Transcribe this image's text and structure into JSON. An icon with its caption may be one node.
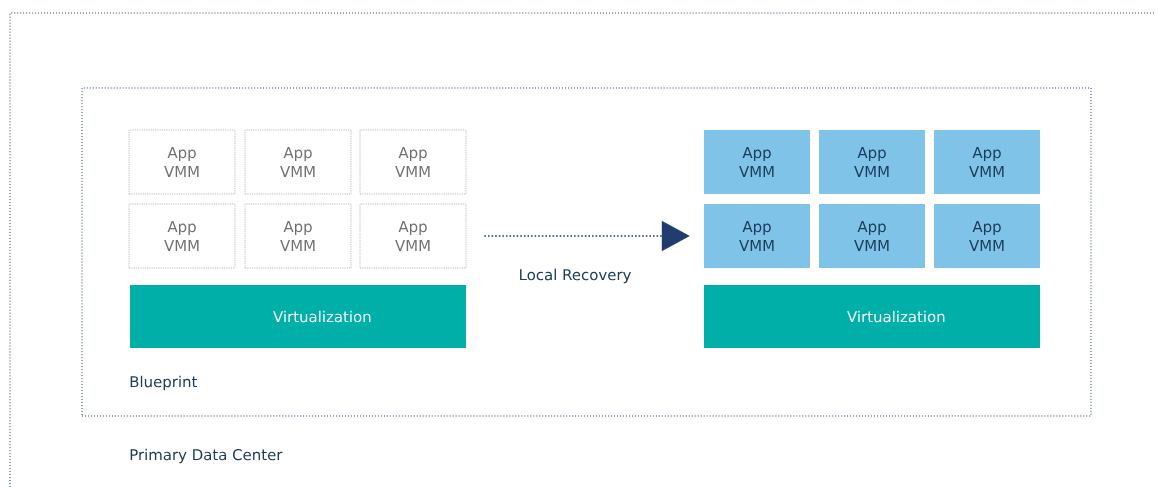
{
  "diagram": {
    "nodes": [
      {
        "text": [
          "Primary Data Center"
        ]
      },
      {
        "text": [
          "Blueprint"
        ],
        "in": 0
      },
      {
        "text": [
          "App VMM"
        ],
        "in": 1
      },
      {
        "text": [
          "App VMM"
        ],
        "in": 1
      },
      {
        "text": [
          "App VMM"
        ],
        "in": 1
      },
      {
        "text": [
          "App VMM"
        ],
        "in": 1
      },
      {
        "text": [
          "App VMM"
        ],
        "in": 1
      },
      {
        "text": [
          "App VMM"
        ],
        "in": 1
      },
      {
        "text": [
          "Virtualization"
        ],
        "in": 1
      },
      {
        "text": [
          "App VMM"
        ],
        "in": 1
      },
      {
        "text": [
          "App VMM"
        ],
        "in": 1
      },
      {
        "text": [
          "App VMM"
        ],
        "in": 1
      },
      {
        "text": [
          "App VMM"
        ],
        "in": 1
      },
      {
        "text": [
          "App VMM"
        ],
        "in": 1
      },
      {
        "text": [
          "App VMM"
        ],
        "in": 1
      },
      {
        "text": [
          "Virtualization"
        ],
        "in": 1
      }
    ],
    "edges": [
      {
        "from": 7,
        "to": 12,
        "arrow": "to",
        "label": "Local Recovery",
        "style": "dashed"
      }
    ]
  }
}
